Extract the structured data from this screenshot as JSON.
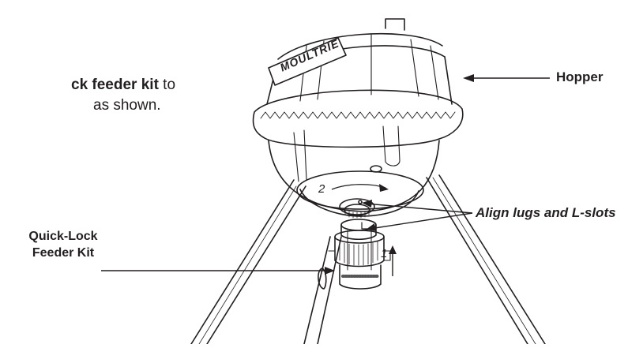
{
  "instructions": {
    "line1_bold": "ck feeder kit",
    "line1_rest": " to",
    "line2": "as shown."
  },
  "labels": {
    "hopper": "Hopper",
    "align": "Align lugs and L-slots",
    "kit_line1": "Quick-Lock",
    "kit_line2": "Feeder Kit",
    "step1": "1",
    "step2": "2"
  },
  "brand": "MOULTRIE",
  "colors": {
    "line": "#231f20",
    "fill": "#ffffff"
  }
}
